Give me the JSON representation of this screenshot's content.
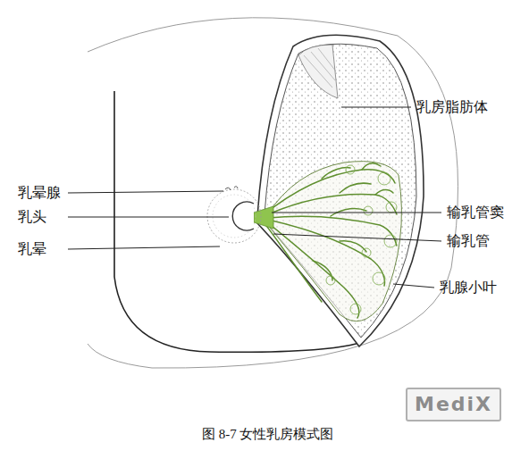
{
  "diagram": {
    "caption": "图 8-7 女性乳房模式图",
    "labels": [
      "乳房脂肪体",
      "乳晕腺",
      "乳头",
      "乳晕",
      "输乳管窦",
      "输乳管",
      "乳腺小叶",
      "MediX"
    ]
  }
}
